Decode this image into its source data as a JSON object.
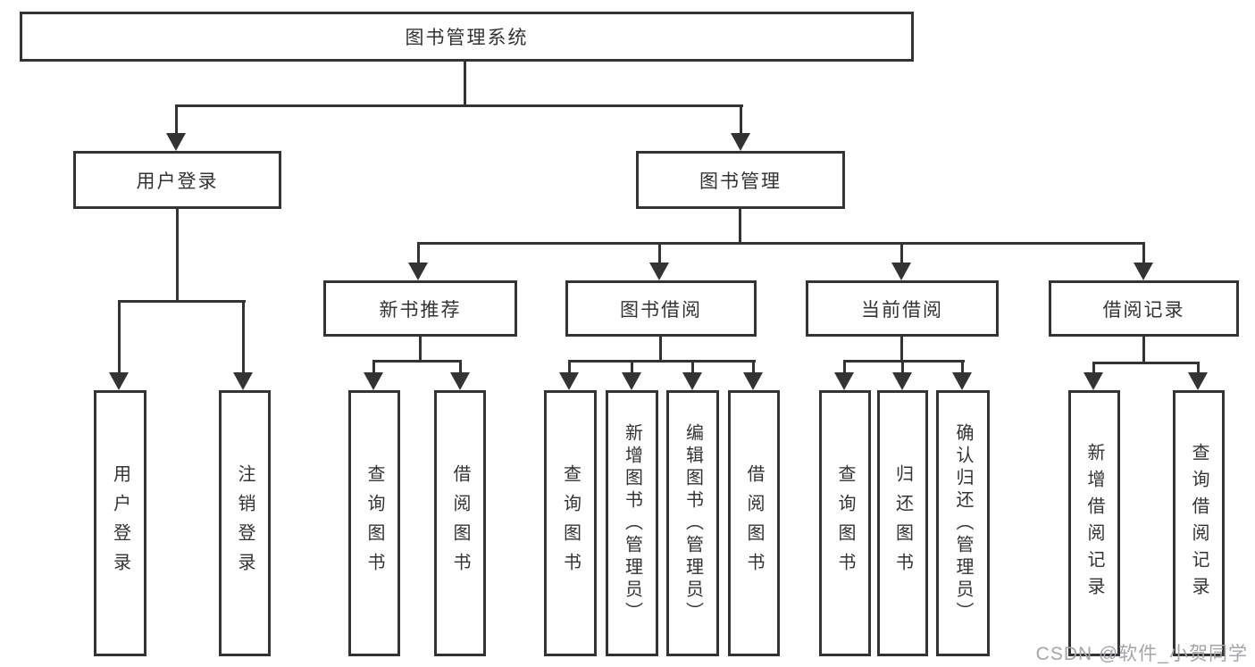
{
  "tree": {
    "root": {
      "label": "图书管理系统"
    },
    "branches": [
      {
        "label": "用户登录",
        "leaves": [
          {
            "label": "用户登录"
          },
          {
            "label": "注销登录"
          }
        ]
      },
      {
        "label": "图书管理",
        "groups": [
          {
            "label": "新书推荐",
            "leaves": [
              {
                "label": "查询图书"
              },
              {
                "label": "借阅图书"
              }
            ]
          },
          {
            "label": "图书借阅",
            "leaves": [
              {
                "label": "查询图书"
              },
              {
                "label": "新增图书（管理员）"
              },
              {
                "label": "编辑图书（管理员）"
              },
              {
                "label": "借阅图书"
              }
            ]
          },
          {
            "label": "当前借阅",
            "leaves": [
              {
                "label": "查询图书"
              },
              {
                "label": "归还图书"
              },
              {
                "label": "确认归还（管理员）"
              }
            ]
          },
          {
            "label": "借阅记录",
            "leaves": [
              {
                "label": "新增借阅记录"
              },
              {
                "label": "查询借阅记录"
              }
            ]
          }
        ]
      }
    ]
  },
  "watermark": {
    "text": "CSDN @软件_小贺同学"
  },
  "colors": {
    "line": "#333333",
    "text": "#333333",
    "background": "#ffffff",
    "watermark": "#a4a4a9"
  }
}
